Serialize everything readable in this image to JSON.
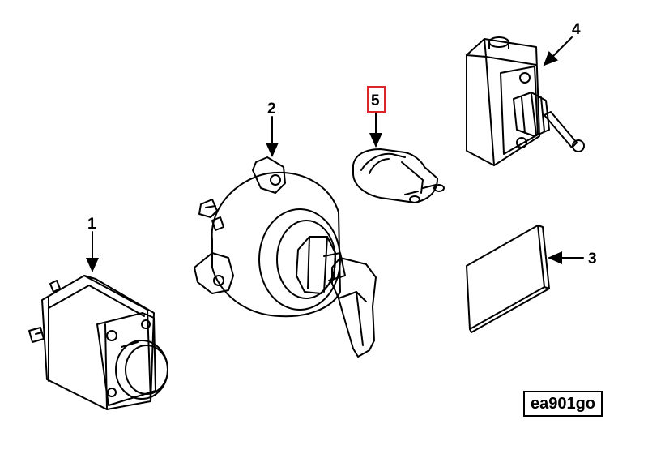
{
  "callouts": {
    "c1": "1",
    "c2": "2",
    "c3": "3",
    "c4": "4",
    "c5": "5"
  },
  "highlight": {
    "callout": "5",
    "color": "#d8262b"
  },
  "figure_id": "ea901go",
  "parts": {
    "p1": "push-button-switch",
    "p2": "rotary-switch-with-lever",
    "p3": "plate",
    "p4": "toggle-switch",
    "p5": "switch-boot"
  }
}
